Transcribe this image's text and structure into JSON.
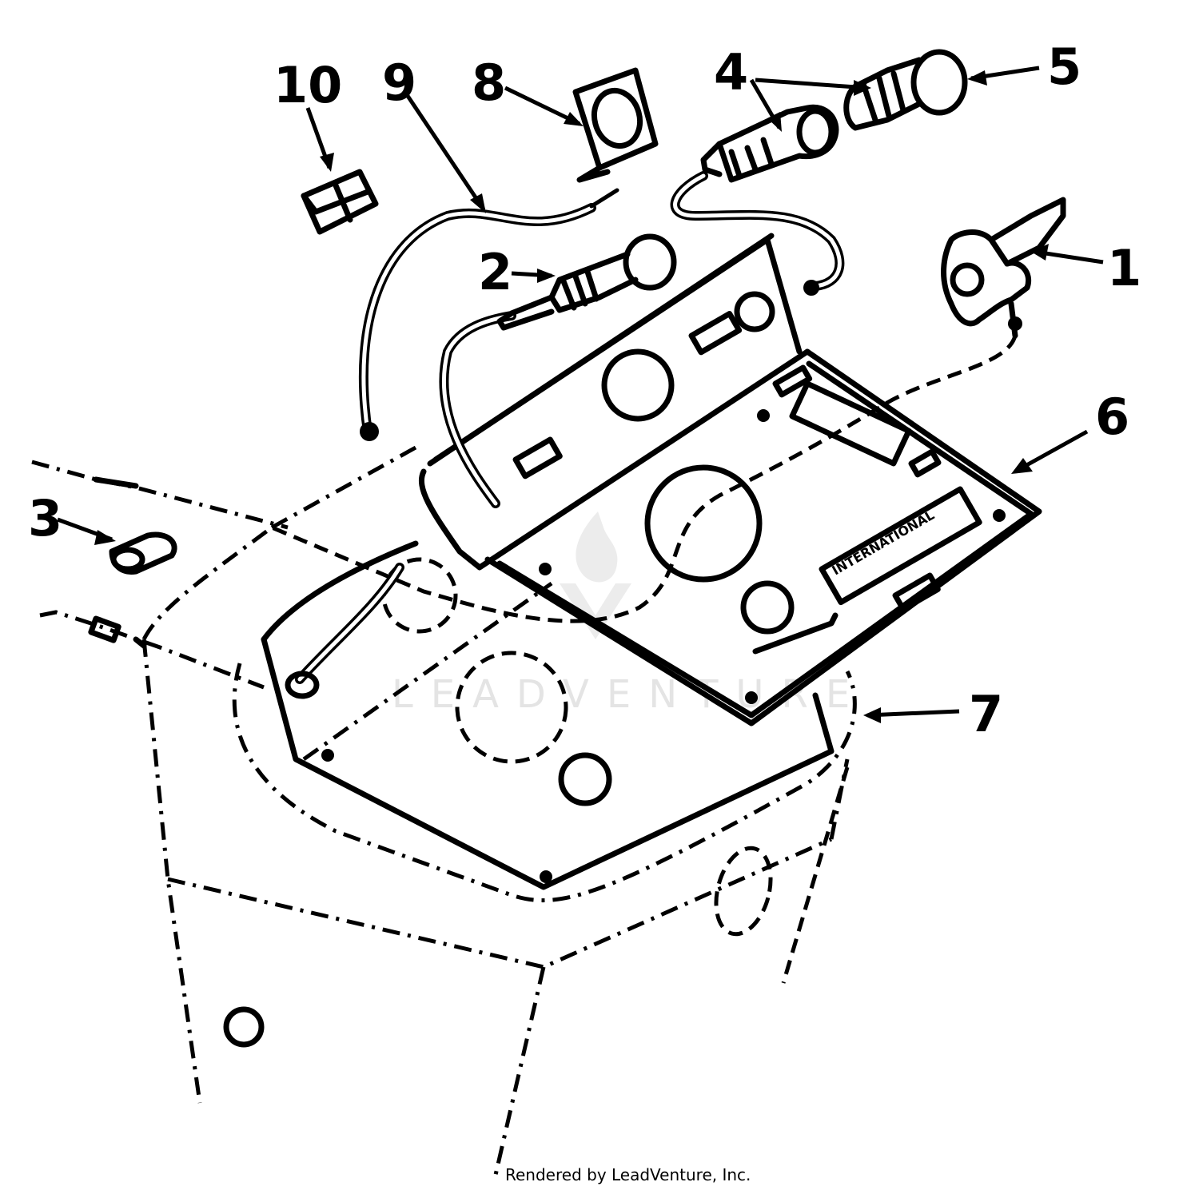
{
  "diagram": {
    "callouts": [
      {
        "id": "1",
        "label": "1"
      },
      {
        "id": "2",
        "label": "2"
      },
      {
        "id": "3",
        "label": "3"
      },
      {
        "id": "4",
        "label": "4"
      },
      {
        "id": "5",
        "label": "5"
      },
      {
        "id": "6",
        "label": "6"
      },
      {
        "id": "7",
        "label": "7"
      },
      {
        "id": "8",
        "label": "8"
      },
      {
        "id": "9",
        "label": "9"
      },
      {
        "id": "10",
        "label": "10"
      }
    ],
    "panel_text": {
      "brand": "INTERNATIONAL"
    },
    "watermark": "LEADVENTURE",
    "credit": "Rendered by LeadVenture, Inc."
  }
}
